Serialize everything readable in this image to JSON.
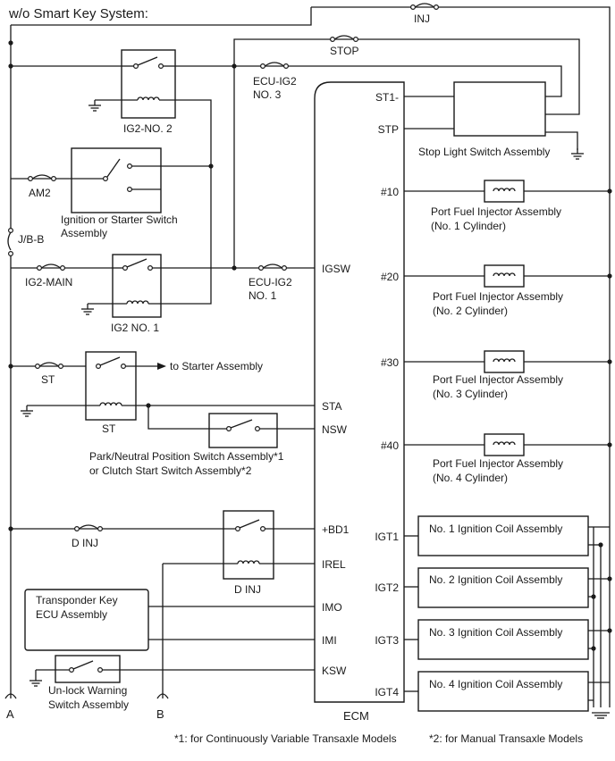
{
  "title": "w/o Smart Key System:",
  "fuses": {
    "inj": "INJ",
    "stop": "STOP",
    "ecu_ig2_no3": [
      "ECU-IG2",
      "NO. 3"
    ],
    "am2": "AM2",
    "ig2_main": "IG2-MAIN",
    "ecu_ig2_no1": [
      "ECU-IG2",
      "NO. 1"
    ],
    "st": "ST",
    "d_inj": "D INJ"
  },
  "relays": {
    "ig2_no2": "IG2-NO. 2",
    "ig2_no1": "IG2 NO. 1",
    "st": "ST",
    "d_inj": "D INJ"
  },
  "components": {
    "ignition_switch": [
      "Ignition or Starter Switch",
      "Assembly"
    ],
    "jb": "J/B-B",
    "to_starter": "to Starter Assembly",
    "park_neutral": [
      "Park/Neutral Position Switch Assembly*1",
      "or Clutch Start Switch Assembly*2"
    ],
    "transponder": [
      "Transponder Key",
      "ECU Assembly"
    ],
    "unlock_warning": [
      "Un-lock Warning",
      "Switch Assembly"
    ],
    "stop_light": "Stop Light Switch Assembly",
    "injectors": [
      [
        "Port Fuel Injector Assembly",
        "(No. 1 Cylinder)"
      ],
      [
        "Port Fuel Injector Assembly",
        "(No. 2 Cylinder)"
      ],
      [
        "Port Fuel Injector Assembly",
        "(No. 3 Cylinder)"
      ],
      [
        "Port Fuel Injector Assembly",
        "(No. 4 Cylinder)"
      ]
    ],
    "coils": [
      "No. 1 Ignition Coil Assembly",
      "No. 2 Ignition Coil Assembly",
      "No. 3 Ignition Coil Assembly",
      "No. 4 Ignition Coil Assembly"
    ]
  },
  "ecm": {
    "label": "ECM",
    "left_pins": [
      "IGSW",
      "STA",
      "NSW",
      "+BD1",
      "IREL",
      "IMO",
      "IMI",
      "KSW"
    ],
    "right_pins": [
      "ST1-",
      "STP",
      "#10",
      "#20",
      "#30",
      "#40",
      "IGT1",
      "IGT2",
      "IGT3",
      "IGT4"
    ]
  },
  "ends": {
    "a": "A",
    "b": "B"
  },
  "footnotes": [
    "*1: for Continuously Variable Transaxle Models",
    "*2: for Manual Transaxle Models"
  ]
}
